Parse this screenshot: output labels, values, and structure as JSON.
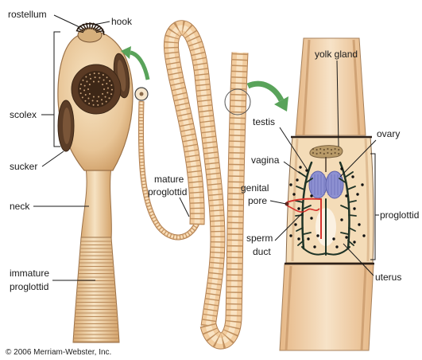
{
  "figure": {
    "labels": {
      "rostellum": "rostellum",
      "hook": "hook",
      "scolex": "scolex",
      "sucker": "sucker",
      "neck": "neck",
      "immature_proglottid": [
        "immature",
        "proglottid"
      ],
      "mature_proglottid": [
        "mature",
        "proglottid"
      ],
      "yolk_gland": "yolk gland",
      "testis": "testis",
      "vagina": "vagina",
      "genital_pore": [
        "genital",
        "pore"
      ],
      "sperm_duct": [
        "sperm",
        "duct"
      ],
      "ovary": "ovary",
      "proglottid": "proglottid",
      "uterus": "uterus"
    },
    "copyright": "© 2006 Merriam-Webster, Inc."
  },
  "colors": {
    "body": "#f4dcb8",
    "sucker": "#5b3d27",
    "arrow": "#59a35a",
    "ovary": "#8e91d2",
    "yolk_gland": "#b89a68",
    "uterus": "#1e3326",
    "ducts": "#d6322c"
  }
}
